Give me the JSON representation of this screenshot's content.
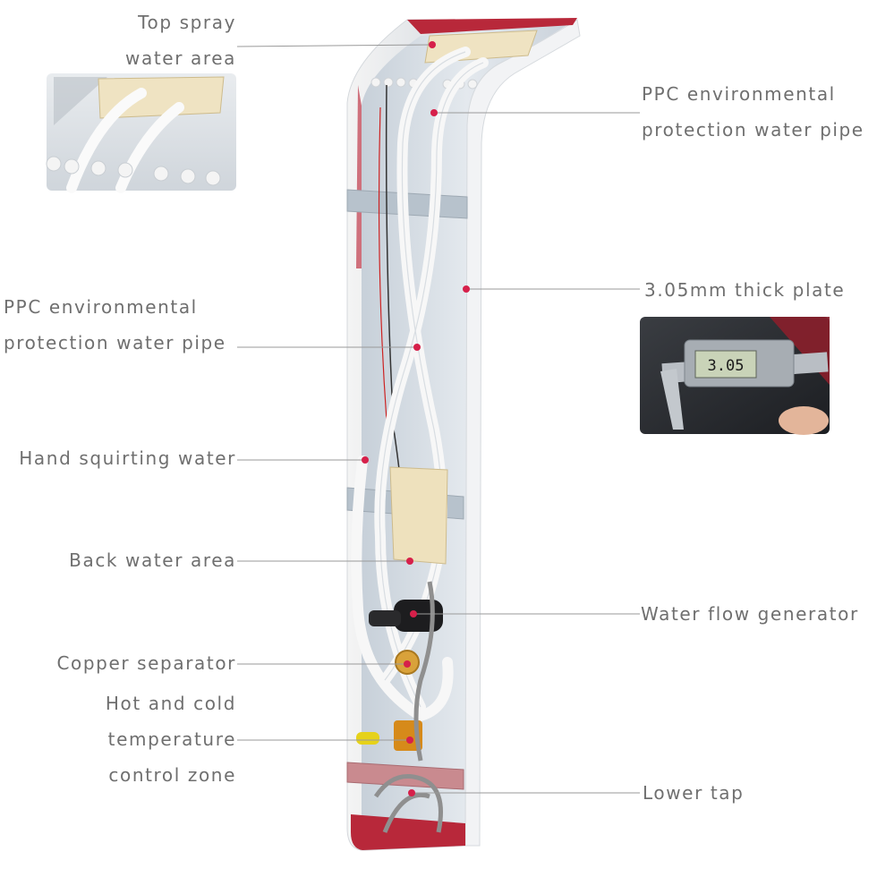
{
  "labels": {
    "top_spray": [
      "Top spray",
      "water area"
    ],
    "ppc_right": [
      "PPC environmental",
      "protection water pipe"
    ],
    "ppc_left": [
      "PPC environmental",
      "protection water pipe"
    ],
    "thick_plate": "3.05mm thick plate",
    "hand_squirting": "Hand squirting water",
    "back_water": "Back water area",
    "water_flow": "Water flow generator",
    "copper_separator": "Copper separator",
    "hot_cold": [
      "Hot and cold",
      "temperature",
      "control zone"
    ],
    "lower_tap": "Lower tap"
  },
  "caliper_reading": "3.05",
  "colors": {
    "label_text": "#6f6f6f",
    "leader_line": "#9a9a9a",
    "callout_dot": "#d6204a",
    "panel_edge_red": "#b8283a"
  }
}
